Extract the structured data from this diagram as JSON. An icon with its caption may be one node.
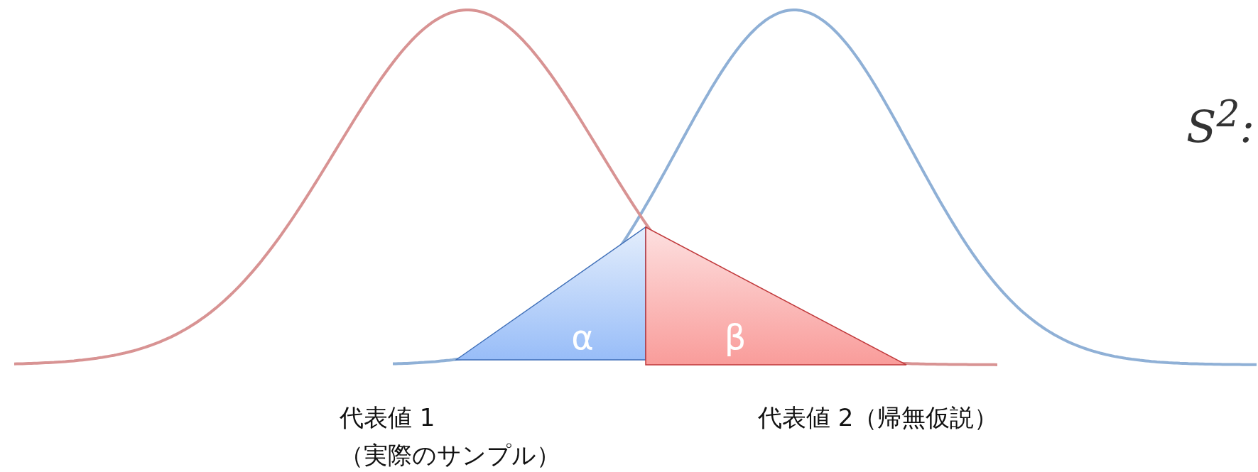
{
  "diagram": {
    "nodes": [
      {
        "text": [
          "α"
        ]
      },
      {
        "text": [
          "β"
        ]
      }
    ],
    "labels": [
      "代表値 1（実際のサンプル）",
      "代表値 2（帰無仮説）",
      "S$^{2}$:"
    ]
  }
}
